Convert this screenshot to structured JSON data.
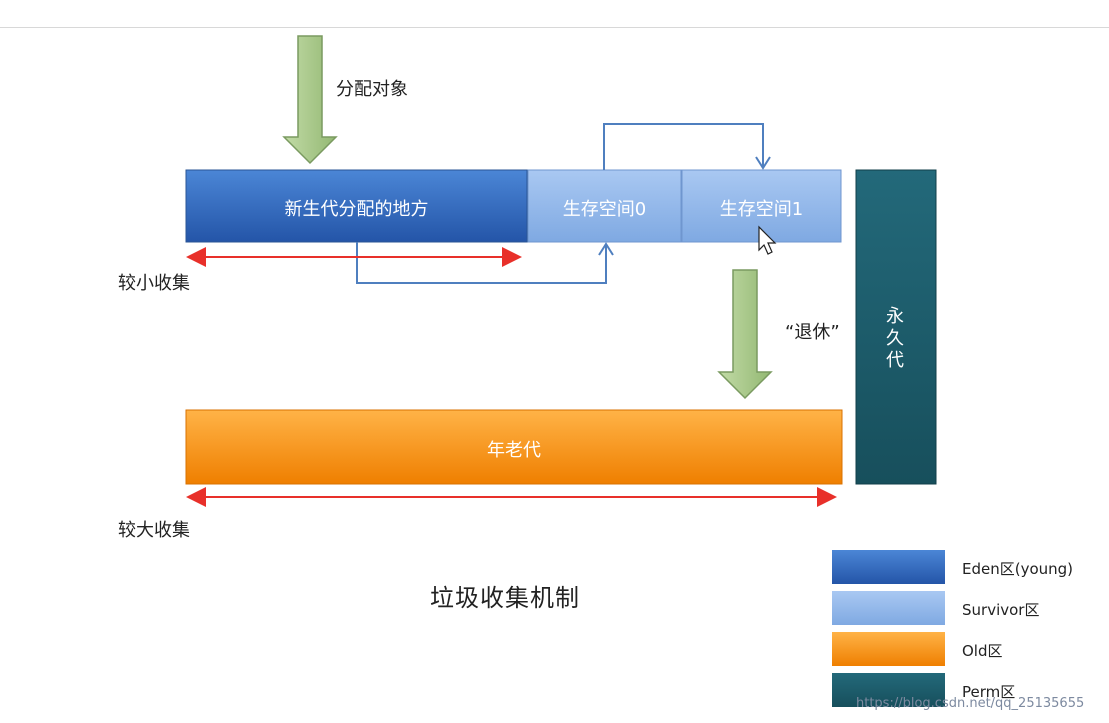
{
  "diagram": {
    "allocate_label": "分配对象",
    "eden_label": "新生代分配的地方",
    "survivor0_label": "生存空间0",
    "survivor1_label": "生存空间1",
    "perm_label": "永久代",
    "retire_label": "“退休”",
    "old_label": "年老代",
    "minor_gc_label": "较小收集",
    "major_gc_label": "较大收集",
    "title": "垃圾收集机制"
  },
  "legend": {
    "items": [
      {
        "label": "Eden区(young)",
        "color": "#2f66b8"
      },
      {
        "label": "Survivor区",
        "color": "#8db3e8"
      },
      {
        "label": "Old区",
        "color": "#f39200"
      },
      {
        "label": "Perm区",
        "color": "#1d5c6a"
      }
    ]
  },
  "watermark": "https://blog.csdn.net/qq_25135655",
  "colors": {
    "eden": "#2f66b8",
    "survivor": "#8db3e8",
    "old": "#f39200",
    "perm": "#1d5c6a",
    "arrow_green": "#a9c98a",
    "flow_blue": "#4f7fbf",
    "gc_red": "#e8302a"
  }
}
